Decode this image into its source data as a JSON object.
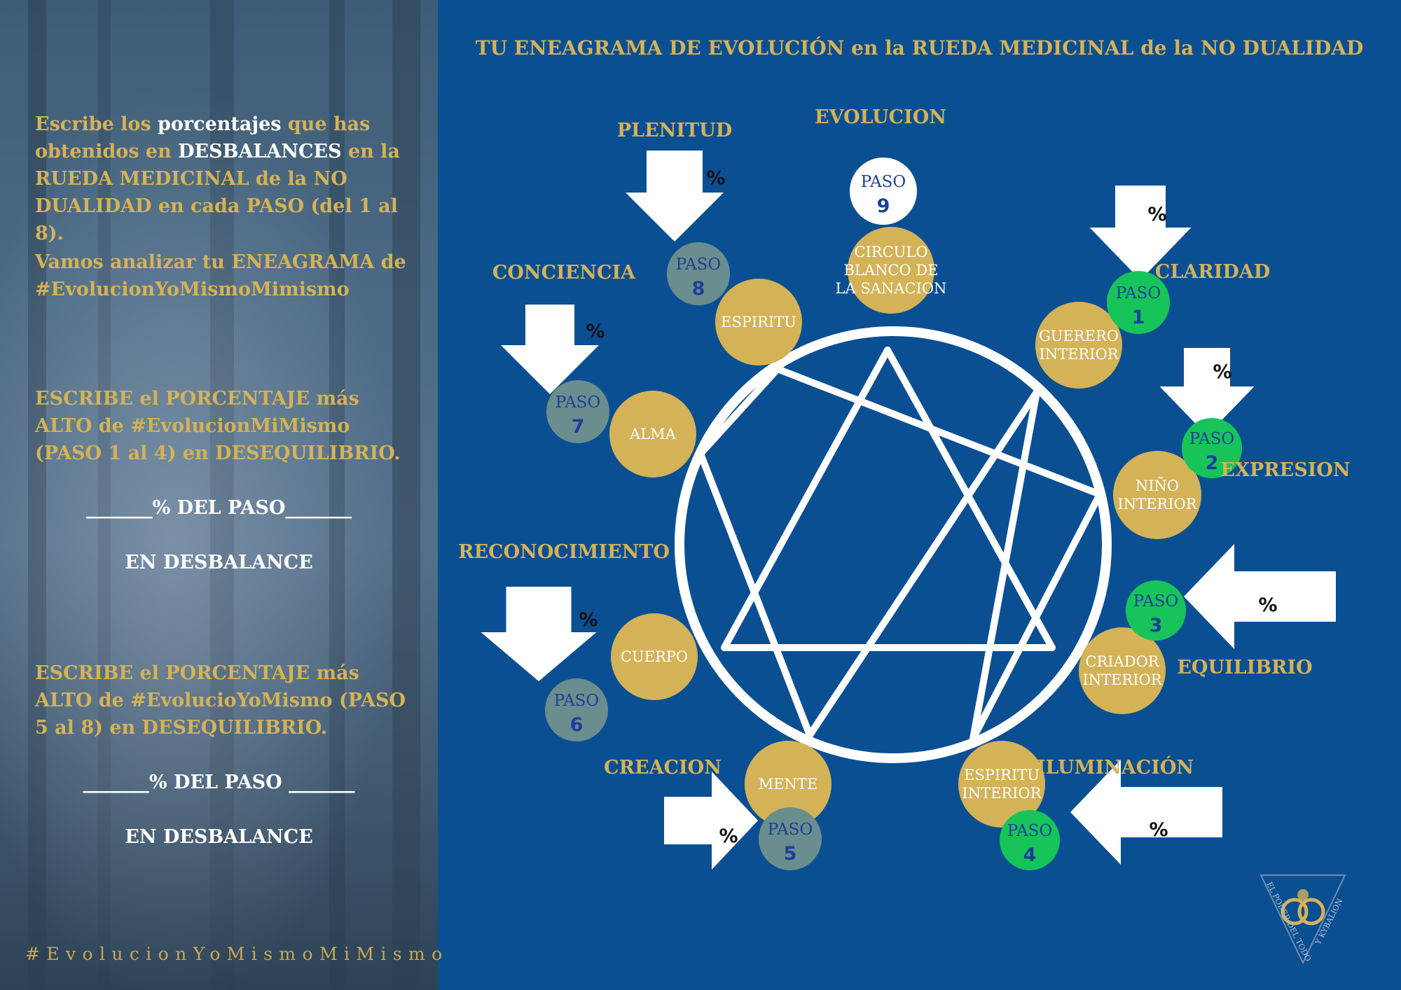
{
  "title": "TU ENEAGRAMA  DE EVOLUCIÓN en la RUEDA MEDICINAL de la NO DUALIDAD",
  "left_panel": {
    "intro": {
      "p1": "Escribe los ",
      "w1": "porcentajes",
      "p2": " que has obtenidos en ",
      "w2": "DESBALANCES",
      "p3": " en la RUEDA MEDICINAL de la NO DUALIDAD en cada PASO (del 1 al 8)."
    },
    "analyze": "Vamos analizar tu ENEAGRAMA de #EvolucionYoMismoMimismo",
    "block1_instruction": "ESCRIBE el PORCENTAJE más ALTO de #EvolucionMiMismo (PASO 1 al 4) en DESEQUILIBRIO.",
    "block1_line": "_______% DEL PASO_______",
    "block1_footer": "EN DESBALANCE",
    "block2_instruction": "ESCRIBE el PORCENTAJE más ALTO de #EvolucioYoMismo (PASO 5 al 8) en DESEQUILIBRIO.",
    "block2_line": "_______% DEL PASO _______",
    "block2_footer": "EN DESBALANCE",
    "hashtag": "#EvolucionYoMismoMiMismo"
  },
  "colors": {
    "background": "#0b4f93",
    "gold": "#d4b257",
    "green": "#17c45a",
    "slate": "#6a8d8d",
    "white": "#ffffff",
    "paso_text_blue": "#1c3f9a"
  },
  "percent_symbol": "%",
  "paso_word": "PASO",
  "steps": [
    {
      "step": "1",
      "name": "CLARIDAD",
      "center": [
        "GUERERO",
        "INTERIOR"
      ],
      "paso_color": "green",
      "arrow": "down"
    },
    {
      "step": "2",
      "name": "EXPRESION",
      "center": [
        "NIÑO",
        "INTERIOR"
      ],
      "paso_color": "green",
      "arrow": "down"
    },
    {
      "step": "3",
      "name": "EQUILIBRIO",
      "center": [
        "CRIADOR",
        "INTERIOR"
      ],
      "paso_color": "green",
      "arrow": "left"
    },
    {
      "step": "4",
      "name": "ILUMINACIÓN",
      "center": [
        "ESPIRITU",
        "INTERIOR"
      ],
      "paso_color": "green",
      "arrow": "left"
    },
    {
      "step": "5",
      "name": "CREACION",
      "center": [
        "MENTE"
      ],
      "paso_color": "slate",
      "arrow": "right"
    },
    {
      "step": "6",
      "name": "RECONOCIMIENTO",
      "center": [
        "CUERPO"
      ],
      "paso_color": "slate",
      "arrow": "down"
    },
    {
      "step": "7",
      "name": "CONCIENCIA",
      "center": [
        "ALMA"
      ],
      "paso_color": "slate",
      "arrow": "down"
    },
    {
      "step": "8",
      "name": "PLENITUD",
      "center": [
        "ESPIRITU"
      ],
      "paso_color": "slate",
      "arrow": "down"
    },
    {
      "step": "9",
      "name": "EVOLUCION",
      "center": [
        "CIRCULO",
        "BLANCO DE",
        "LA SANACION"
      ],
      "paso_color": "white",
      "arrow": "none"
    }
  ],
  "logo_text": [
    "EL PODER DEL TODO",
    "Y KYBALION"
  ]
}
